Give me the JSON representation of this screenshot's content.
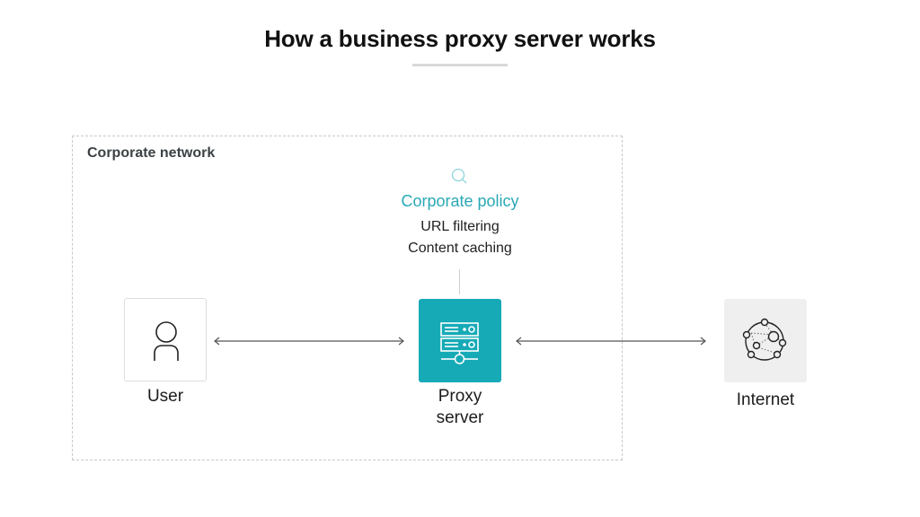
{
  "title": "How a business proxy server works",
  "network": {
    "label": "Corporate network"
  },
  "policy": {
    "icon": "search-icon",
    "title": "Corporate policy",
    "items": [
      "URL filtering",
      "Content caching"
    ]
  },
  "nodes": {
    "user": {
      "label": "User",
      "icon": "user-icon"
    },
    "proxy": {
      "label_line1": "Proxy",
      "label_line2": "server",
      "icon": "server-icon"
    },
    "internet": {
      "label": "Internet",
      "icon": "network-globe-icon"
    }
  },
  "colors": {
    "accent": "#16aab7",
    "accent_text": "#2aa8b6",
    "internet_bg": "#efefef"
  }
}
